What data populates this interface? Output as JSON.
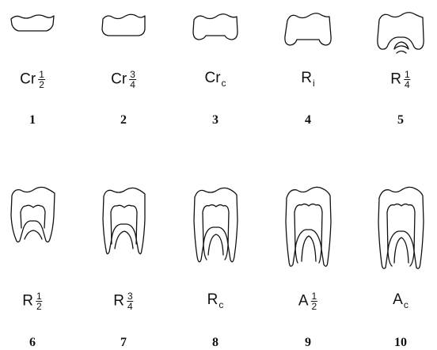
{
  "stages": [
    {
      "base": "Cr",
      "frac_num": "1",
      "frac_den": "2",
      "sub": "",
      "number": "1",
      "icon": "crown-half-icon"
    },
    {
      "base": "Cr",
      "frac_num": "3",
      "frac_den": "4",
      "sub": "",
      "number": "2",
      "icon": "crown-three-quarter-icon"
    },
    {
      "base": "Cr",
      "frac_num": "",
      "frac_den": "",
      "sub": "c",
      "number": "3",
      "icon": "crown-complete-icon"
    },
    {
      "base": "R",
      "frac_num": "",
      "frac_den": "",
      "sub": "i",
      "number": "4",
      "icon": "root-initiation-icon"
    },
    {
      "base": "R",
      "frac_num": "1",
      "frac_den": "4",
      "sub": "",
      "number": "5",
      "icon": "root-quarter-icon"
    },
    {
      "base": "R",
      "frac_num": "1",
      "frac_den": "2",
      "sub": "",
      "number": "6",
      "icon": "root-half-icon"
    },
    {
      "base": "R",
      "frac_num": "3",
      "frac_den": "4",
      "sub": "",
      "number": "7",
      "icon": "root-three-quarter-icon"
    },
    {
      "base": "R",
      "frac_num": "",
      "frac_den": "",
      "sub": "c",
      "number": "8",
      "icon": "root-complete-icon"
    },
    {
      "base": "A",
      "frac_num": "1",
      "frac_den": "2",
      "sub": "",
      "number": "9",
      "icon": "apex-half-icon"
    },
    {
      "base": "A",
      "frac_num": "",
      "frac_den": "",
      "sub": "c",
      "number": "10",
      "icon": "apex-complete-icon"
    }
  ]
}
